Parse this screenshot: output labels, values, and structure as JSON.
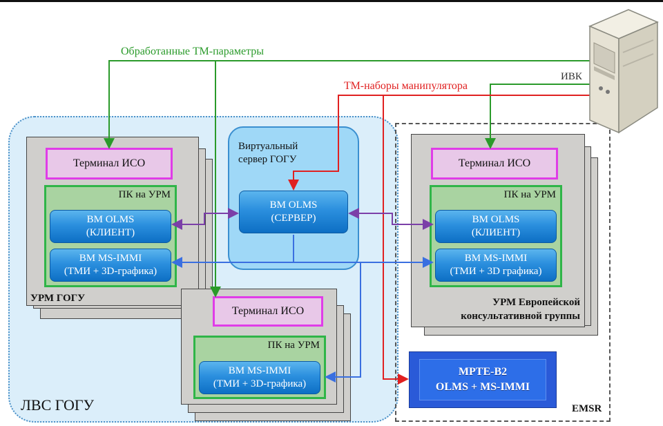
{
  "labels": {
    "processed_tm": "Обработанные ТМ-параметры",
    "tm_sets": "ТМ-наборы манипулятора",
    "ivk": "ИВК",
    "lan": "ЛВС ГОГУ",
    "emsr": "EMSR"
  },
  "virtual_server": {
    "title_line1": "Виртуальный",
    "title_line2": "сервер ГОГУ",
    "vm_line1": "ВМ OLMS",
    "vm_line2": "(СЕРВЕР)"
  },
  "urm_gogu": {
    "title": "УРМ ГОГУ",
    "terminal": "Терминал ИСО",
    "pc": "ПК на УРМ",
    "vm1_line1": "ВМ OLMS",
    "vm1_line2": "(КЛИЕНТ)",
    "vm2_line1": "ВМ MS-IMMI",
    "vm2_line2": "(ТМИ + 3D-графика)"
  },
  "urm_lower": {
    "terminal": "Терминал ИСО",
    "pc": "ПК на УРМ",
    "vm_line1": "ВМ MS-IMMI",
    "vm_line2": "(ТМИ + 3D-графика)"
  },
  "urm_euro": {
    "title_line1": "УРМ Европейской",
    "title_line2": "консультативной группы",
    "terminal": "Терминал ИСО",
    "pc": "ПК на УРМ",
    "vm1_line1": "ВМ OLMS",
    "vm1_line2": "(КЛИЕНТ)",
    "vm2_line1": "ВМ MS-IMMI",
    "vm2_line2": "(ТМИ + 3D графика)"
  },
  "mpte": {
    "line1": "MPTE-B2",
    "line2": "OLMS + MS-IMMI"
  },
  "colors": {
    "green": "#2a9a2a",
    "red": "#e02020",
    "purple": "#7b3fa8",
    "blue": "#3a6fe0"
  },
  "icons": {
    "server": "server-tower-icon"
  }
}
